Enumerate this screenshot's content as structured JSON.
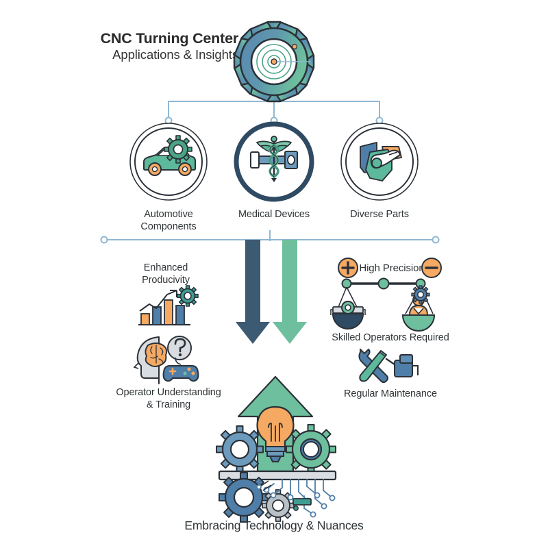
{
  "header": {
    "title": "CNC Turning Center",
    "subtitle": "Applications & Insights",
    "hub_icon": "gear-target-icon"
  },
  "colors": {
    "navy_dark": "#3d5a73",
    "navy_deep": "#2f4a63",
    "blue_steel": "#5b87b0",
    "blue_mid": "#4f7ea8",
    "green": "#6dbf9d",
    "green_deep": "#4ba585",
    "teal": "#3f9d92",
    "orange": "#f5a962",
    "orange_deep": "#ef9a4f",
    "gray_light": "#d9dde1",
    "gray_mid": "#b9c1c7",
    "outline": "#2b3138",
    "connector": "#8fb8d4",
    "text": "#2f3437"
  },
  "categories": [
    {
      "label_line1": "Automotive",
      "label_line2": "Components",
      "icon": "car-gear-icon",
      "active": false
    },
    {
      "label_line1": "Medical Devices",
      "label_line2": "",
      "icon": "caduceus-icon",
      "active": true
    },
    {
      "label_line1": "Diverse Parts",
      "label_line2": "",
      "icon": "wrench-puzzle-icon",
      "active": false
    }
  ],
  "benefits": [
    {
      "label_line1": "Enhanced",
      "label_line2": "Producivity",
      "icon": "bar-chart-growth-gear-icon"
    },
    {
      "label_line1": "Operator Understanding",
      "label_line2": "& Training",
      "icon": "brain-question-gamepad-icon"
    }
  ],
  "considerations": [
    {
      "label": "High Precision",
      "icon": "balance-scale-icon",
      "badge_left": "plus-badge-icon",
      "badge_right": "minus-badge-icon"
    },
    {
      "label": "Skilled Operators Required",
      "icon": "balance-scale-icon"
    },
    {
      "label": "Regular Maintenance",
      "icon": "wrench-screwdriver-oilcan-icon"
    }
  ],
  "flow": {
    "arrow_down_left": "down-arrow-navy",
    "arrow_down_right": "down-arrow-green",
    "arrow_up": "up-arrow-green",
    "outcome_icon": "lightbulb-gears-circuit-icon"
  },
  "footer": {
    "caption": "Embracing Technology & Nuances"
  }
}
